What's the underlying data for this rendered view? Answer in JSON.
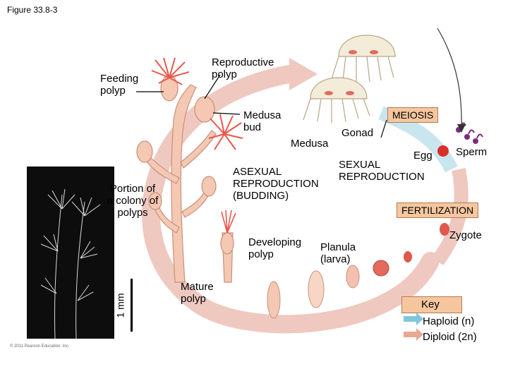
{
  "figure_label": "Figure 33.8-3",
  "labels": {
    "reproductive_polyp": "Reproductive polyp",
    "feeding_polyp": "Feeding polyp",
    "medusa_bud": "Medusa bud",
    "medusa": "Medusa",
    "gonad": "Gonad",
    "meiosis": "MEIOSIS",
    "egg": "Egg",
    "sperm": "Sperm",
    "sexual_reproduction": "SEXUAL REPRODUCTION",
    "asexual_reproduction": "ASEXUAL REPRODUCTION (BUDDING)",
    "portion_colony": "Portion of a colony of polyps",
    "fertilization": "FERTILIZATION",
    "zygote": "Zygote",
    "developing_polyp": "Developing polyp",
    "planula": "Planula (larva)",
    "mature_polyp": "Mature polyp",
    "scale": "1 mm",
    "copyright": "© 2011 Pearson Education, Inc."
  },
  "key": {
    "title": "Key",
    "haploid": "Haploid (n)",
    "diploid": "Diploid (2n)",
    "haploid_color": "#7fc6dc",
    "diploid_color": "#e8a893"
  },
  "colors": {
    "cycle_pink": "#efc8c0",
    "cycle_blue": "#c9e6ef",
    "polyp_body": "#f4c8b2",
    "tentacle_red": "#e8584a",
    "sperm_purple": "#7b2a7e",
    "egg_red": "#d9302a"
  }
}
